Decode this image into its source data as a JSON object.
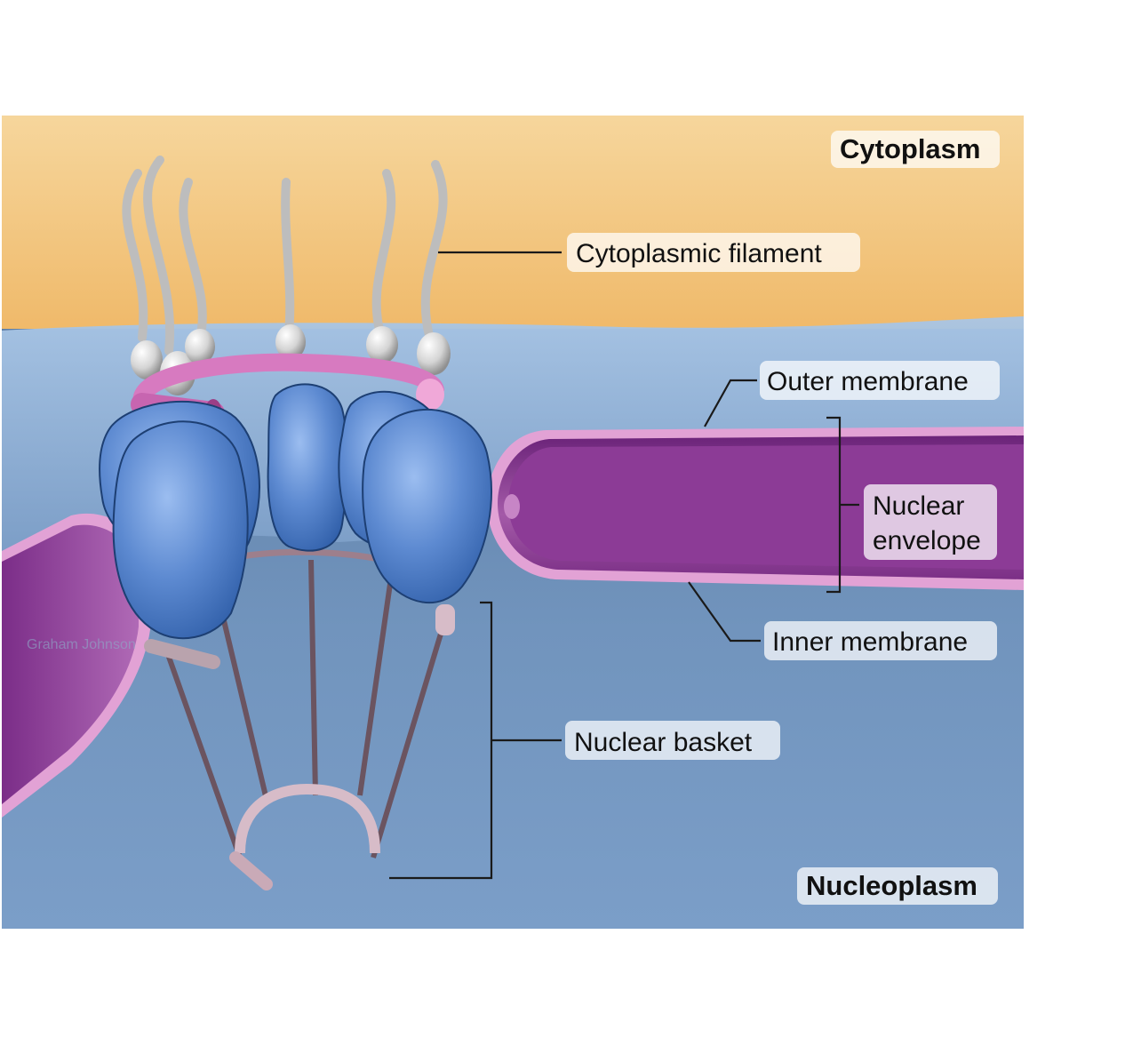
{
  "regions": {
    "top": "Cytoplasm",
    "bottom": "Nucleoplasm"
  },
  "labels": {
    "cytoplasmic_filament": "Cytoplasmic filament",
    "outer_membrane": "Outer membrane",
    "nuclear_envelope_line1": "Nuclear",
    "nuclear_envelope_line2": "envelope",
    "inner_membrane": "Inner membrane",
    "nuclear_basket": "Nuclear basket"
  },
  "colors": {
    "cytoplasm": "#f3c37a",
    "nucleoplasm": "#6f8fb4",
    "membrane_purple": "#8a3a93",
    "membrane_pink": "#e6a6d8",
    "pore_blue": "#4f7fc8",
    "ring_pink": "#d77ac0",
    "filament_gray": "#c9c9c9"
  }
}
